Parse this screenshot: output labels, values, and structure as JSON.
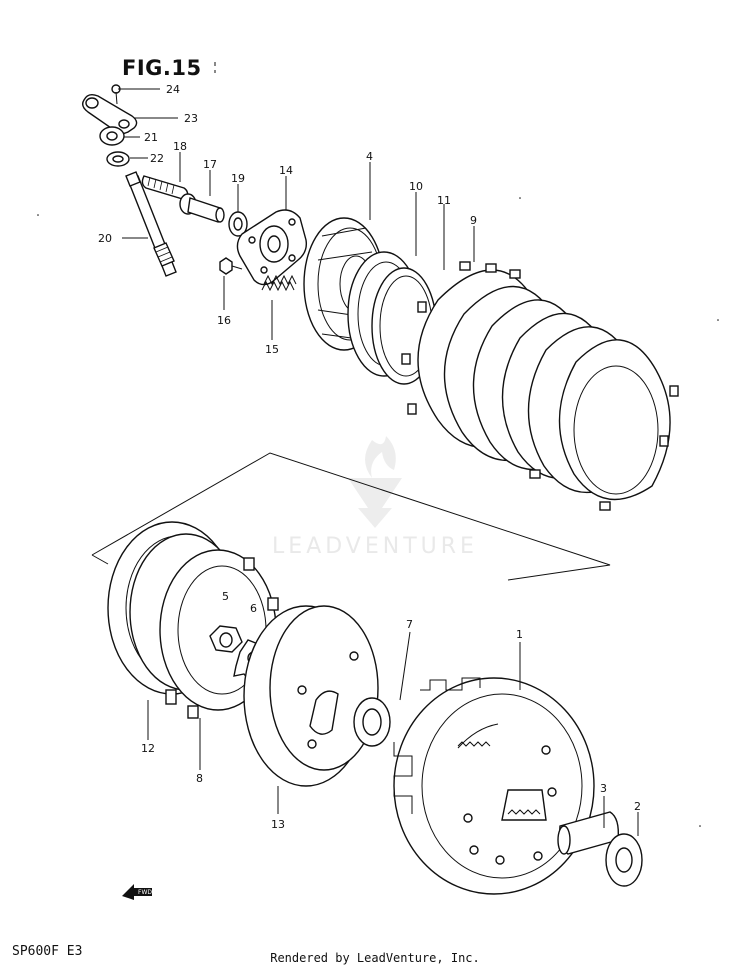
{
  "figure": {
    "title": "FIG.15",
    "model_code": "SP600F  E3",
    "credit": "Rendered by LeadVenture, Inc.",
    "watermark": "LEADVENTURE",
    "fwd_label": "FWD"
  },
  "callouts": [
    {
      "id": "1",
      "label": "1"
    },
    {
      "id": "2",
      "label": "2"
    },
    {
      "id": "3",
      "label": "3"
    },
    {
      "id": "4",
      "label": "4"
    },
    {
      "id": "5",
      "label": "5"
    },
    {
      "id": "6",
      "label": "6"
    },
    {
      "id": "7",
      "label": "7"
    },
    {
      "id": "8",
      "label": "8"
    },
    {
      "id": "9",
      "label": "9"
    },
    {
      "id": "10",
      "label": "10"
    },
    {
      "id": "11",
      "label": "11"
    },
    {
      "id": "12",
      "label": "12"
    },
    {
      "id": "13",
      "label": "13"
    },
    {
      "id": "14",
      "label": "14"
    },
    {
      "id": "15",
      "label": "15"
    },
    {
      "id": "16",
      "label": "16"
    },
    {
      "id": "17",
      "label": "17"
    },
    {
      "id": "18",
      "label": "18"
    },
    {
      "id": "19",
      "label": "19"
    },
    {
      "id": "20",
      "label": "20"
    },
    {
      "id": "21",
      "label": "21"
    },
    {
      "id": "22",
      "label": "22"
    },
    {
      "id": "23",
      "label": "23"
    },
    {
      "id": "24",
      "label": "24"
    }
  ],
  "colors": {
    "ink": "#111111",
    "paper": "#ffffff",
    "watermark": "#e7e7e7"
  }
}
